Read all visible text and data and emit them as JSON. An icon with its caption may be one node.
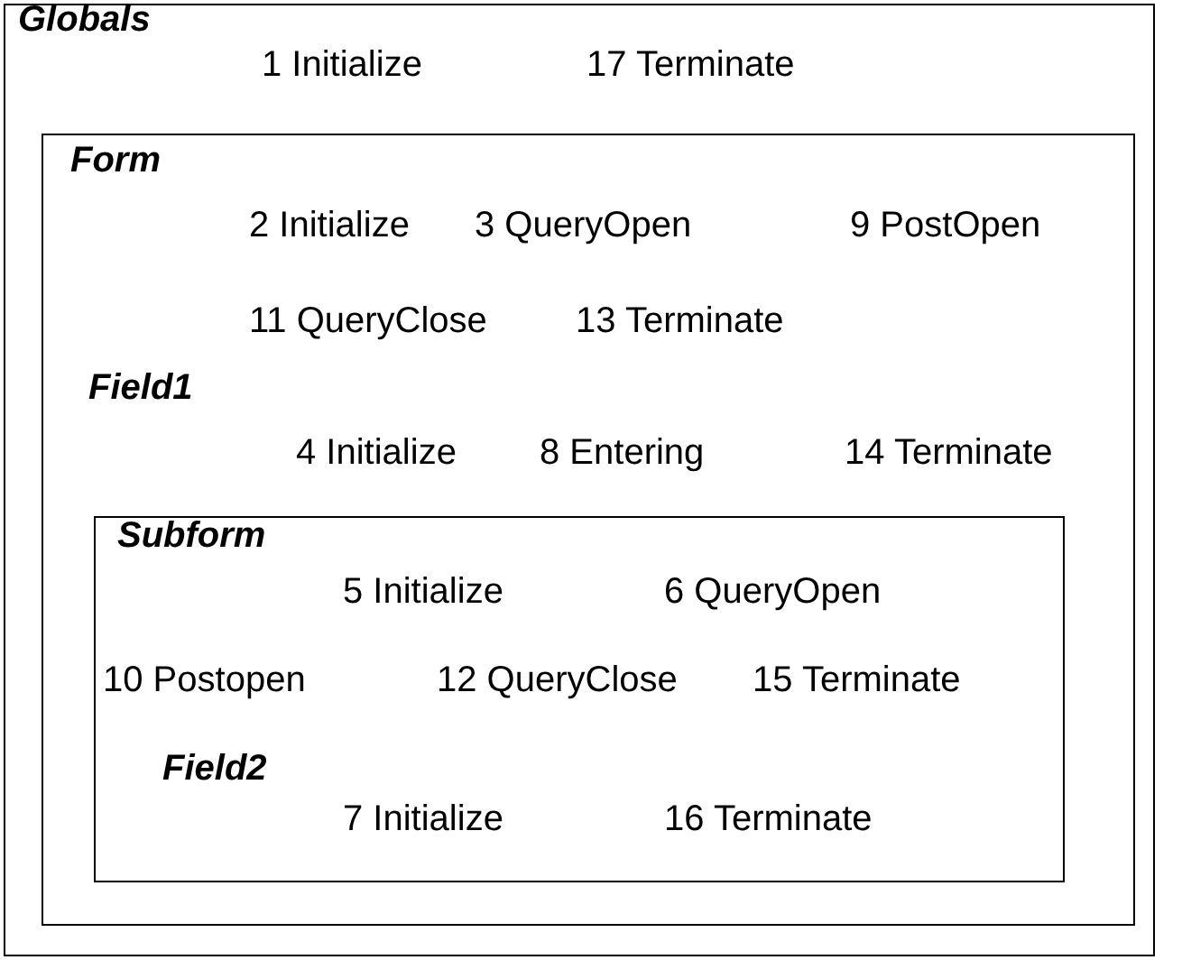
{
  "diagram": {
    "nodes": [
      {
        "text": [
          "Globals",
          "1 Initialize",
          "17 Terminate"
        ]
      },
      {
        "text": [
          "Form",
          "2 Initialize",
          "3 QueryOpen",
          "9 PostOpen",
          "11 QueryClose",
          "13 Terminate",
          "Field1",
          "4 Initialize",
          "8 Entering",
          "14 Terminate"
        ],
        "in": 0
      },
      {
        "text": [
          "Subform",
          "5 Initialize",
          "6 QueryOpen",
          "10 Postopen",
          "12 QueryClose",
          "15 Terminate",
          "Field2",
          "7 Initialize",
          "16 Terminate"
        ],
        "in": 1
      }
    ]
  }
}
